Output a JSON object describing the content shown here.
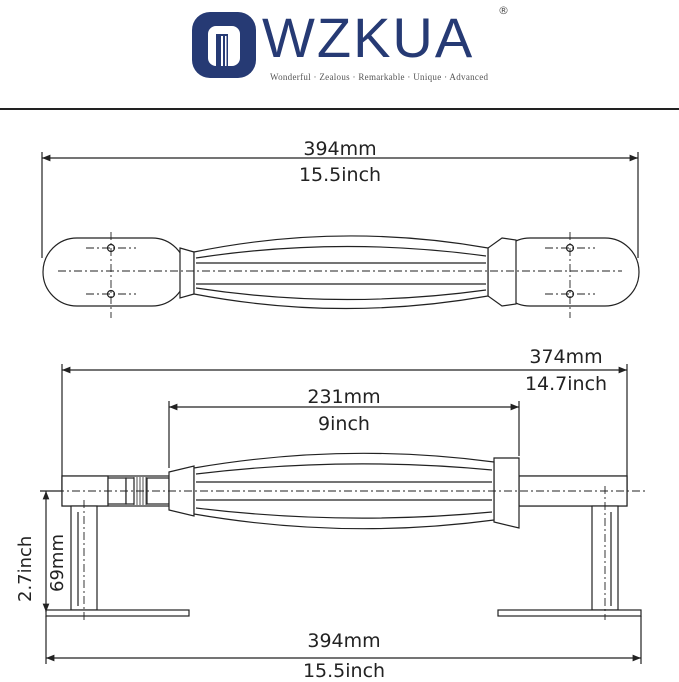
{
  "brand": {
    "name": "WZKUA",
    "registered_mark": "®",
    "tagline": "Wonderful · Zealous · Remarkable · Unique · Advanced",
    "color": "#263a74"
  },
  "top_view": {
    "overall_mm": "394mm",
    "overall_inch": "15.5inch"
  },
  "side_view": {
    "center_mm": "374mm",
    "center_inch": "14.7inch",
    "grip_mm": "231mm",
    "grip_inch": "9inch",
    "height_mm": "69mm",
    "height_inch": "2.7inch",
    "base_mm": "394mm",
    "base_inch": "15.5inch"
  }
}
